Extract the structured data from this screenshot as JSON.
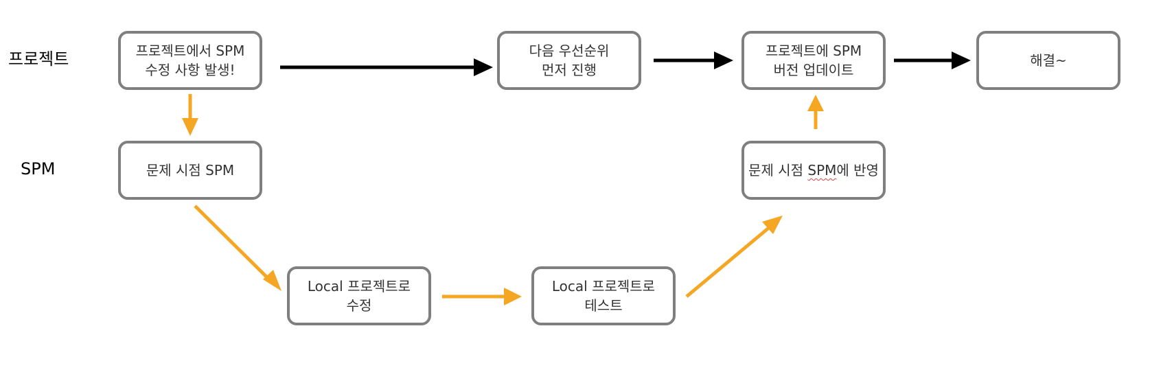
{
  "lanes": {
    "project": "프로젝트",
    "spm": "SPM"
  },
  "nodes": {
    "start": "프로젝트에서 SPM\n수정 사항 발생!",
    "next": "다음 우선순위\n먼저 진행",
    "update": "프로젝트에 SPM\n버전 업데이트",
    "resolved": "해결~",
    "problem": "문제 시점 SPM",
    "reflect_prefix": "문제 시점 ",
    "reflect_squiggle": "SPM",
    "reflect_suffix": "에 반영",
    "local_fix": "Local 프로젝트로\n수정",
    "local_test": "Local 프로젝트로\n테스트"
  },
  "colors": {
    "box_border": "#7f7f7f",
    "main_flow_arrow": "#000000",
    "spm_flow_arrow": "#f5a623",
    "text": "#333333",
    "spellcheck_underline": "#d64545"
  }
}
